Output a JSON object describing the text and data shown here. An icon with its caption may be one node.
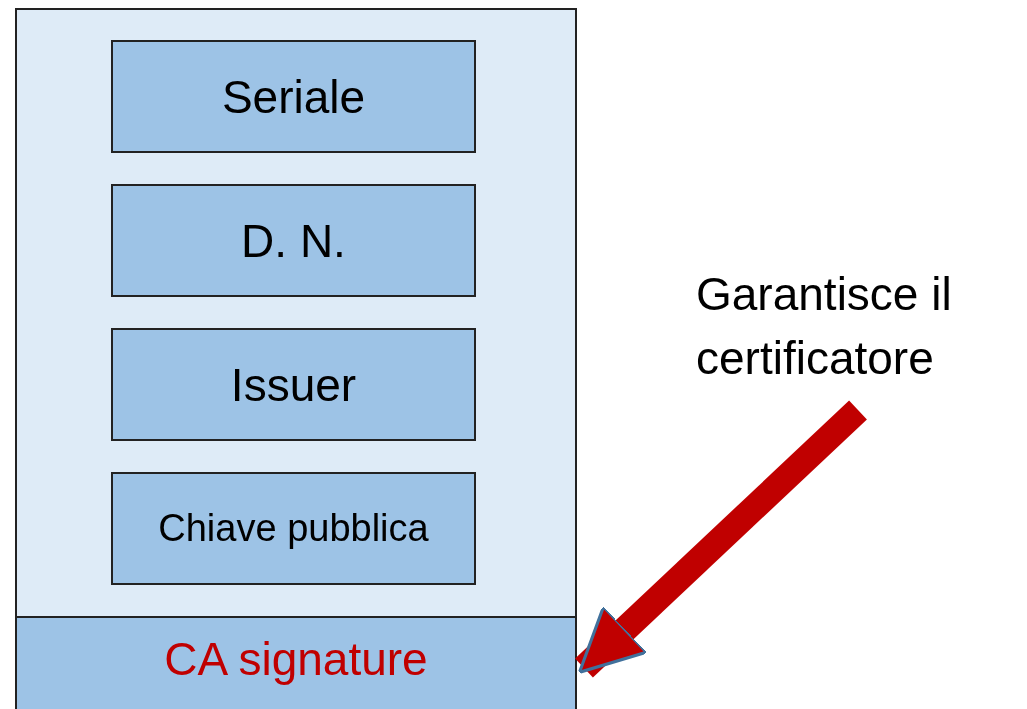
{
  "diagram": {
    "nodes": [
      {
        "text": [],
        "shape": "box"
      },
      {
        "text": [
          "Seriale"
        ],
        "in": 0
      },
      {
        "text": [
          "D. N."
        ],
        "in": 0
      },
      {
        "text": [
          "Issuer"
        ],
        "in": 0
      },
      {
        "text": [
          "Chiave pubblica"
        ],
        "in": 0
      },
      {
        "text": [
          "CA signature"
        ],
        "in": 0
      },
      {
        "text": [
          "Garantisce il certificatore"
        ]
      }
    ],
    "edges": [
      {
        "from": 6,
        "to": 5,
        "arrow": "to"
      }
    ]
  }
}
